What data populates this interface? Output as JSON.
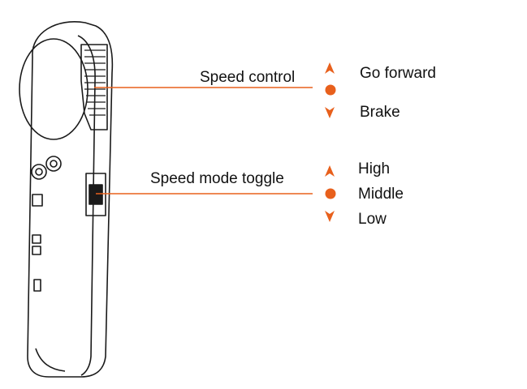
{
  "accent_color": "#E8601C",
  "line_color": "#1a1a1a",
  "callouts": {
    "speed_control": {
      "label": "Speed control",
      "options": {
        "up": {
          "label": "Go forward",
          "icon": "up-arrow-icon"
        },
        "middle": {
          "icon": "dot-icon"
        },
        "down": {
          "label": "Brake",
          "icon": "down-arrow-icon"
        }
      }
    },
    "speed_mode": {
      "label": "Speed mode toggle",
      "options": {
        "up": {
          "label": "High",
          "icon": "up-arrow-icon"
        },
        "middle": {
          "label": "Middle",
          "icon": "dot-icon"
        },
        "down": {
          "label": "Low",
          "icon": "down-arrow-icon"
        }
      }
    }
  }
}
